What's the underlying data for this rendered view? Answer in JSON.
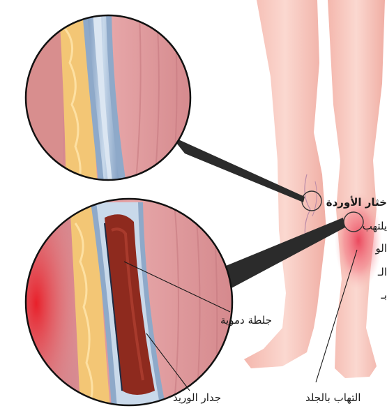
{
  "side_text": {
    "title": "خثار الأوردة",
    "lines": [
      "يلتهب",
      "الو",
      "الـ",
      "بـ"
    ]
  },
  "labels": {
    "blood_clot": "جلطة دموية",
    "vein_wall": "جدار الوريد",
    "skin_inflammation": "التهاب بالجلد"
  },
  "colors": {
    "skin": "#f7c9c0",
    "skin_shadow": "#eaa79c",
    "inflammation": "#e8304a",
    "vein_wall": "#a9c3dc",
    "clot": "#8e2a1e",
    "fat": "#f3c675",
    "muscle": "#d98a8c"
  }
}
